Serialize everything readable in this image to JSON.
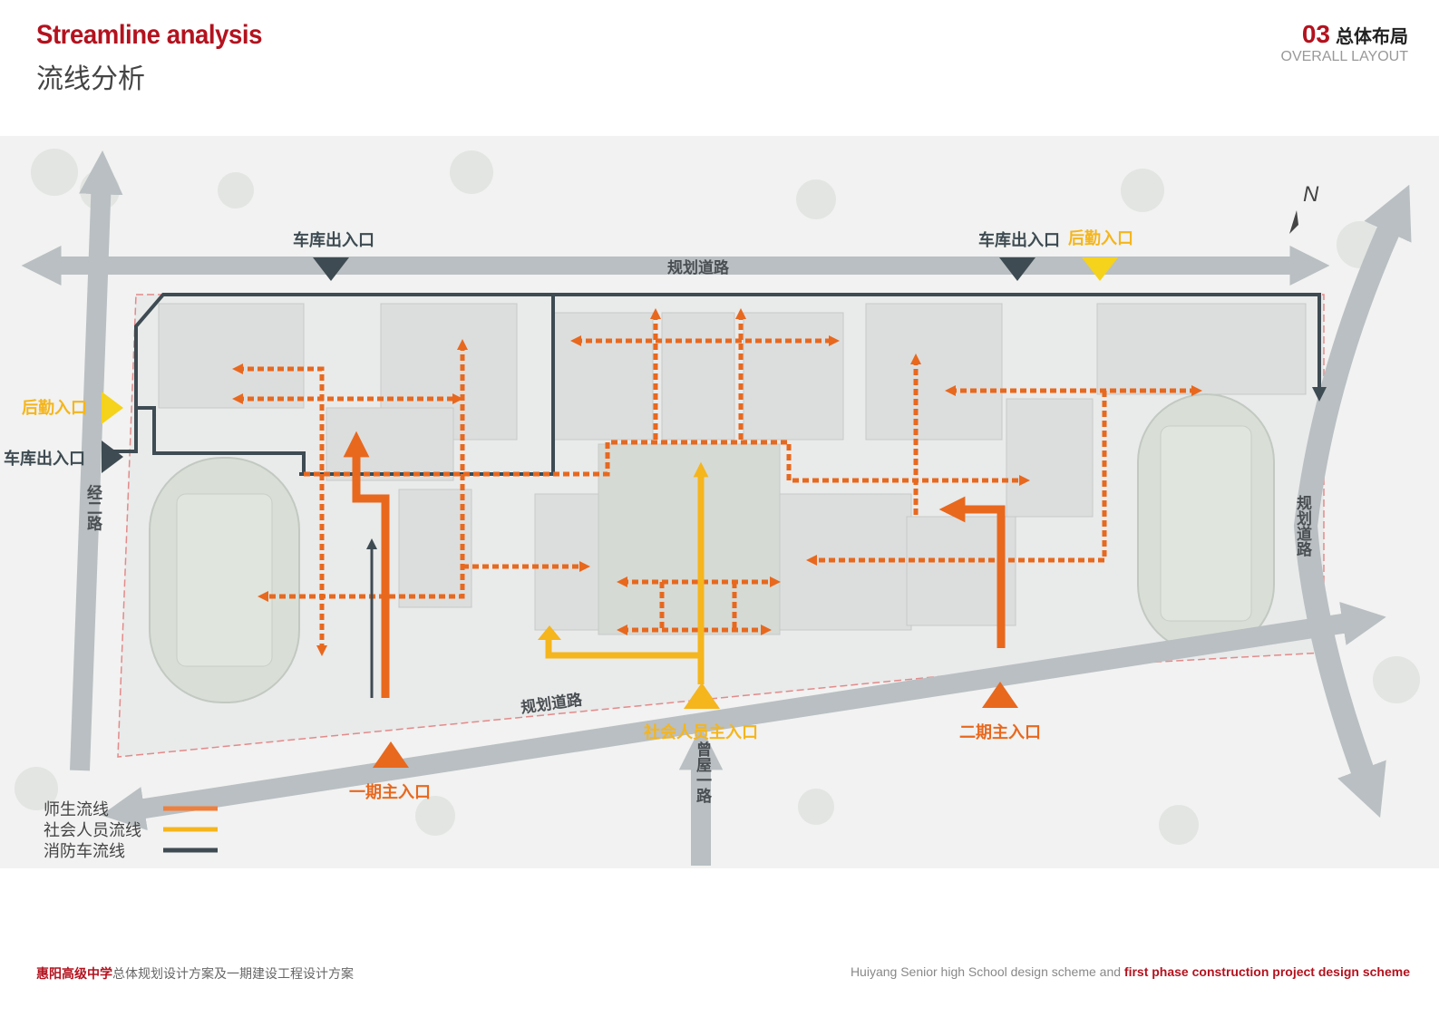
{
  "header": {
    "title_en": "Streamline analysis",
    "title_cn": "流线分析",
    "section_num": "03",
    "section_cn": "总体布局",
    "section_en": "OVERALL LAYOUT"
  },
  "map": {
    "north": "N",
    "roads": {
      "top": "规划道路",
      "bottom": "规划道路",
      "right": "规划道路",
      "left": "经二路",
      "bottom_center": "曾屋一路"
    },
    "entrances": {
      "garage_top_left": "车库出入口",
      "garage_top_right": "车库出入口",
      "logistics_top": "后勤入口",
      "logistics_left": "后勤入口",
      "garage_left": "车库出入口",
      "main_phase1": "一期主入口",
      "main_public": "社会人员主入口",
      "main_phase2": "二期主入口"
    }
  },
  "legend": [
    {
      "label": "师生流线",
      "color": "#f07f3c"
    },
    {
      "label": "社会人员流线",
      "color": "#f5b51c"
    },
    {
      "label": "消防车流线",
      "color": "#3e4b52"
    }
  ],
  "colors": {
    "orange": "#e8681e",
    "yellow": "#f5b51c",
    "dark": "#3e4b52",
    "road": "#b9bfc2"
  },
  "footer": {
    "left_bold": "惠阳高级中学",
    "left_rest": "总体规划设计方案及一期建设工程设计方案",
    "right_plain": "Huiyang Senior high School design scheme and ",
    "right_bold": "first phase construction project design scheme"
  }
}
